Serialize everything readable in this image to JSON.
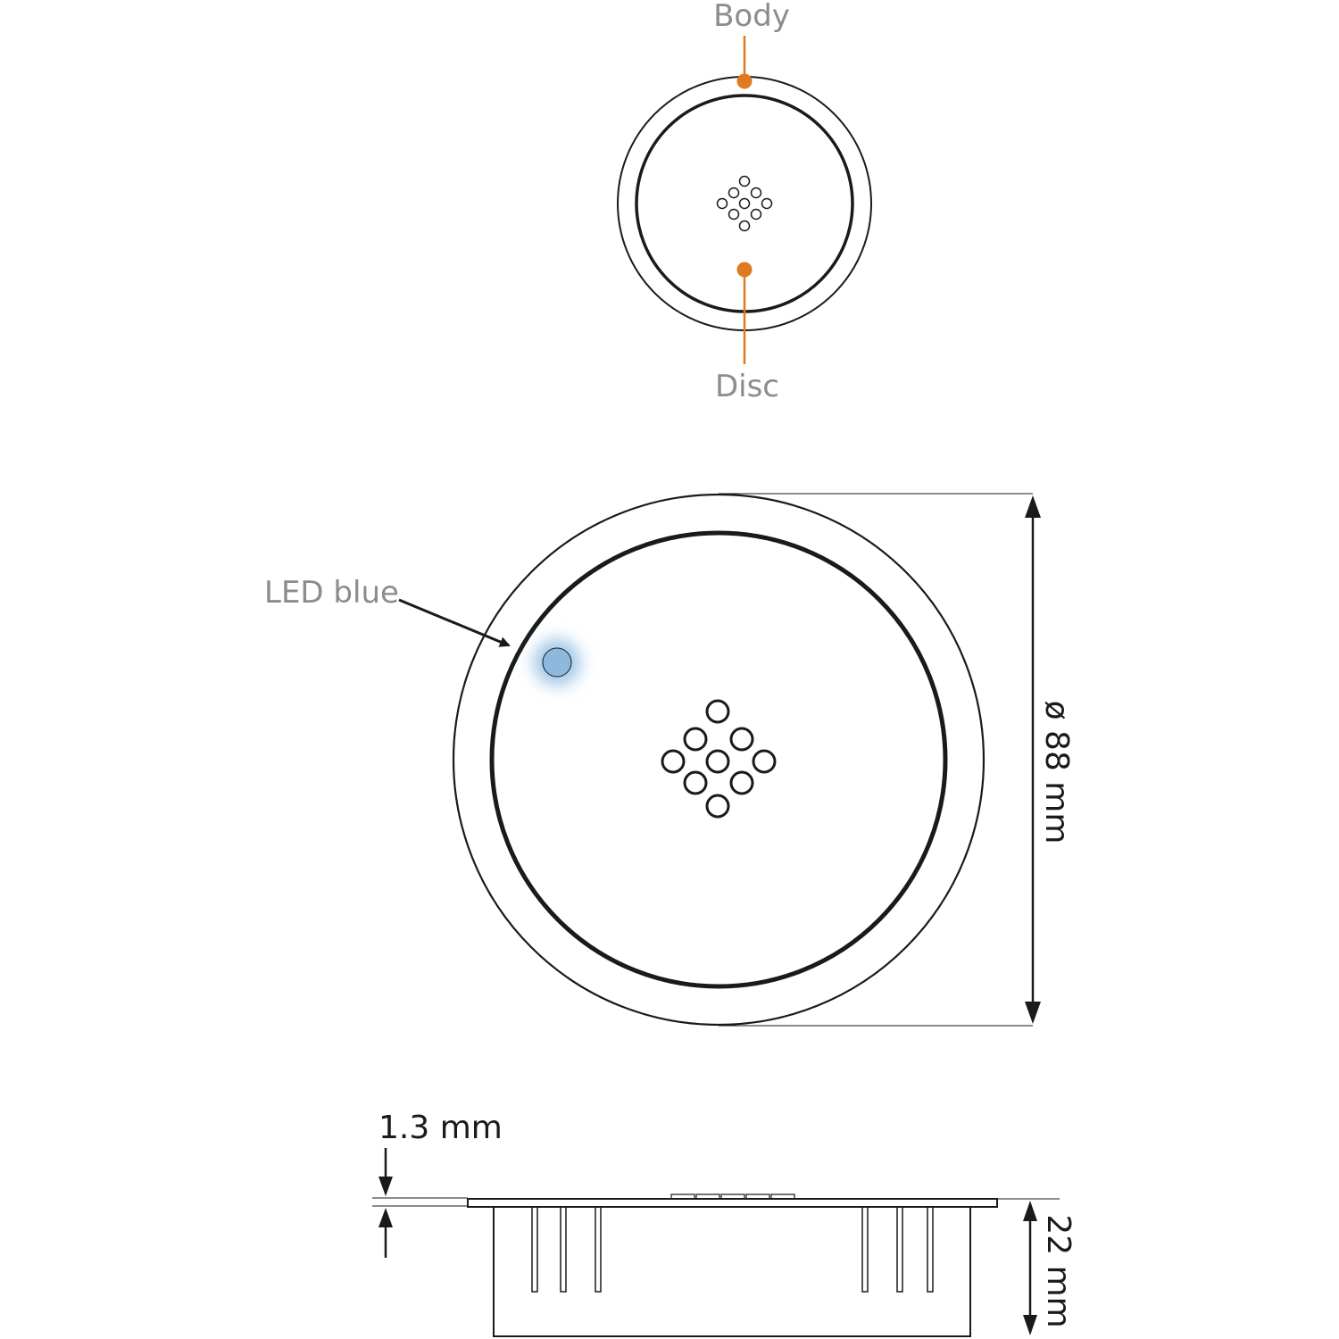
{
  "labels": {
    "body": "Body",
    "disc": "Disc",
    "led": "LED blue",
    "diameter": "ø 88 mm",
    "thickness": "1.3 mm",
    "height": "22 mm"
  },
  "colors": {
    "callout": "#e07a1f",
    "led_glow": "#9cc4e6",
    "led_fill": "#8fb8df",
    "stroke": "#1a1a1a",
    "label_grey": "#8c8c8c"
  },
  "keypad": {
    "pattern": "diamond",
    "button_count": 9
  }
}
